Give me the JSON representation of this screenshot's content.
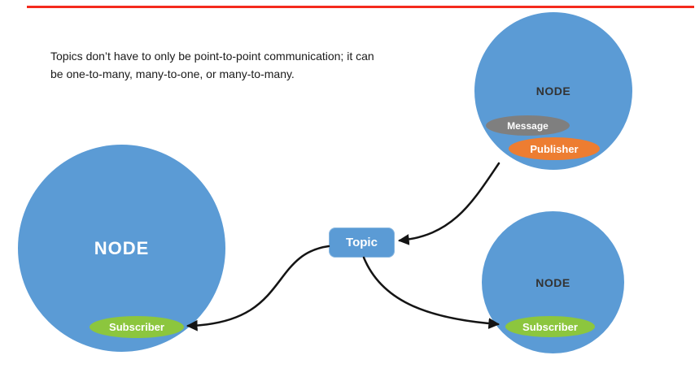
{
  "colors": {
    "blue": "#5b9bd5",
    "green": "#8cc63e",
    "orange": "#ed7d31",
    "gray": "#7f7f7f",
    "red_line": "#f42a1d",
    "arrow": "#141414"
  },
  "annotation": {
    "text": "Topics don’t have to only be point-to-point communication; it can be one-to-many, many-to-one, or many-to-many."
  },
  "diagram": {
    "topic": {
      "label": "Topic"
    },
    "left_node": {
      "label": "NODE",
      "subscriber": "Subscriber"
    },
    "top_right_node": {
      "label": "NODE",
      "message": "Message",
      "publisher": "Publisher"
    },
    "bottom_right_node": {
      "label": "NODE",
      "subscriber": "Subscriber"
    }
  }
}
